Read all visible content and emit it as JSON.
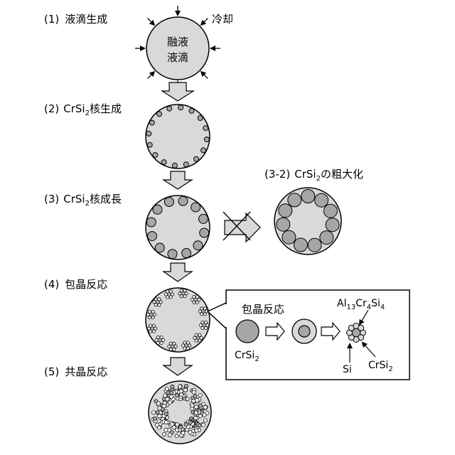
{
  "steps": [
    {
      "number": "(1)",
      "label": "液滴生成"
    },
    {
      "number": "(2)",
      "label_prefix": "CrSi",
      "label_sub": "2",
      "label_suffix": "核生成"
    },
    {
      "number": "(3)",
      "label_prefix": "CrSi",
      "label_sub": "2",
      "label_suffix": "核成長"
    },
    {
      "number": "(4)",
      "label": "包晶反応"
    },
    {
      "number": "(5)",
      "label": "共晶反応"
    }
  ],
  "step1": {
    "droplet_text_line1": "融液",
    "droplet_text_line2": "液滴",
    "cooling_label": "冷却"
  },
  "coarsening": {
    "number": "(3-2)",
    "label_prefix": "CrSi",
    "label_sub": "2",
    "label_suffix": "の粗大化"
  },
  "inset": {
    "title": "包晶反応",
    "crsi2_left_prefix": "CrSi",
    "crsi2_left_sub": "2",
    "phase_al_prefix": "Al",
    "phase_al_sub1": "13",
    "phase_al_mid": "Cr",
    "phase_al_sub2": "4",
    "phase_al_end": "Si",
    "phase_al_sub3": "4",
    "phase_si": "Si",
    "crsi2_right_prefix": "CrSi",
    "crsi2_right_sub": "2"
  },
  "colors": {
    "droplet_fill": "#d9d9d9",
    "nucleus_fill": "#a6a6a6",
    "arrow_fill": "#d9d9d9",
    "stroke": "#000000"
  }
}
